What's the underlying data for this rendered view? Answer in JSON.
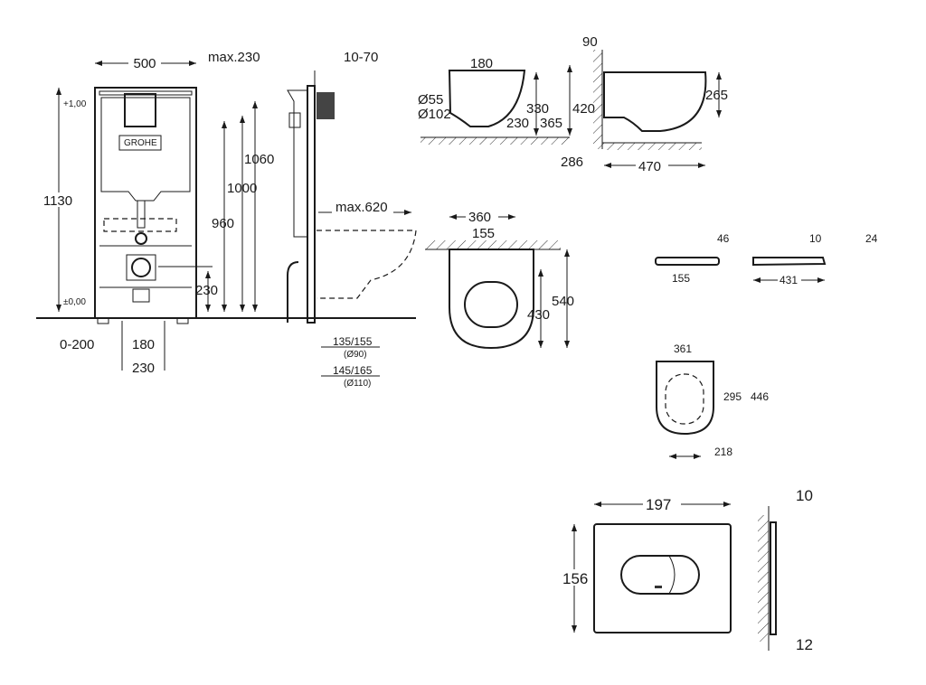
{
  "front_view": {
    "width": "500",
    "height_total": "1130",
    "level_top": "+1,00",
    "level_zero": "±0,00",
    "h1060": "1060",
    "h1000": "1000",
    "h960": "960",
    "h230": "230",
    "offset": "0-200",
    "w180": "180",
    "w230": "230",
    "brand": "GROHE"
  },
  "side_view": {
    "max230": "max.230",
    "depth": "10-70",
    "max620": "max.620",
    "pipe1": "135/155",
    "pipe1_dia": "(Ø90)",
    "pipe2": "145/165",
    "pipe2_dia": "(Ø110)"
  },
  "bowl_side": {
    "w180": "180",
    "d55": "Ø55",
    "d102": "Ø102",
    "h330": "330",
    "h230": "230",
    "h365": "365",
    "h420": "420"
  },
  "bowl_wall": {
    "w90": "90",
    "h265": "265",
    "h286": "286",
    "w470": "470"
  },
  "bowl_top": {
    "w360": "360",
    "w155": "155",
    "h430": "430",
    "h540": "540"
  },
  "seat_side": {
    "w155": "155",
    "h46": "46",
    "h10": "10",
    "h24": "24",
    "w431": "431"
  },
  "seat_top": {
    "w361": "361",
    "h295": "295",
    "h446": "446",
    "w218": "218"
  },
  "plate": {
    "w197": "197",
    "h156": "156",
    "d10": "10",
    "d12": "12"
  }
}
